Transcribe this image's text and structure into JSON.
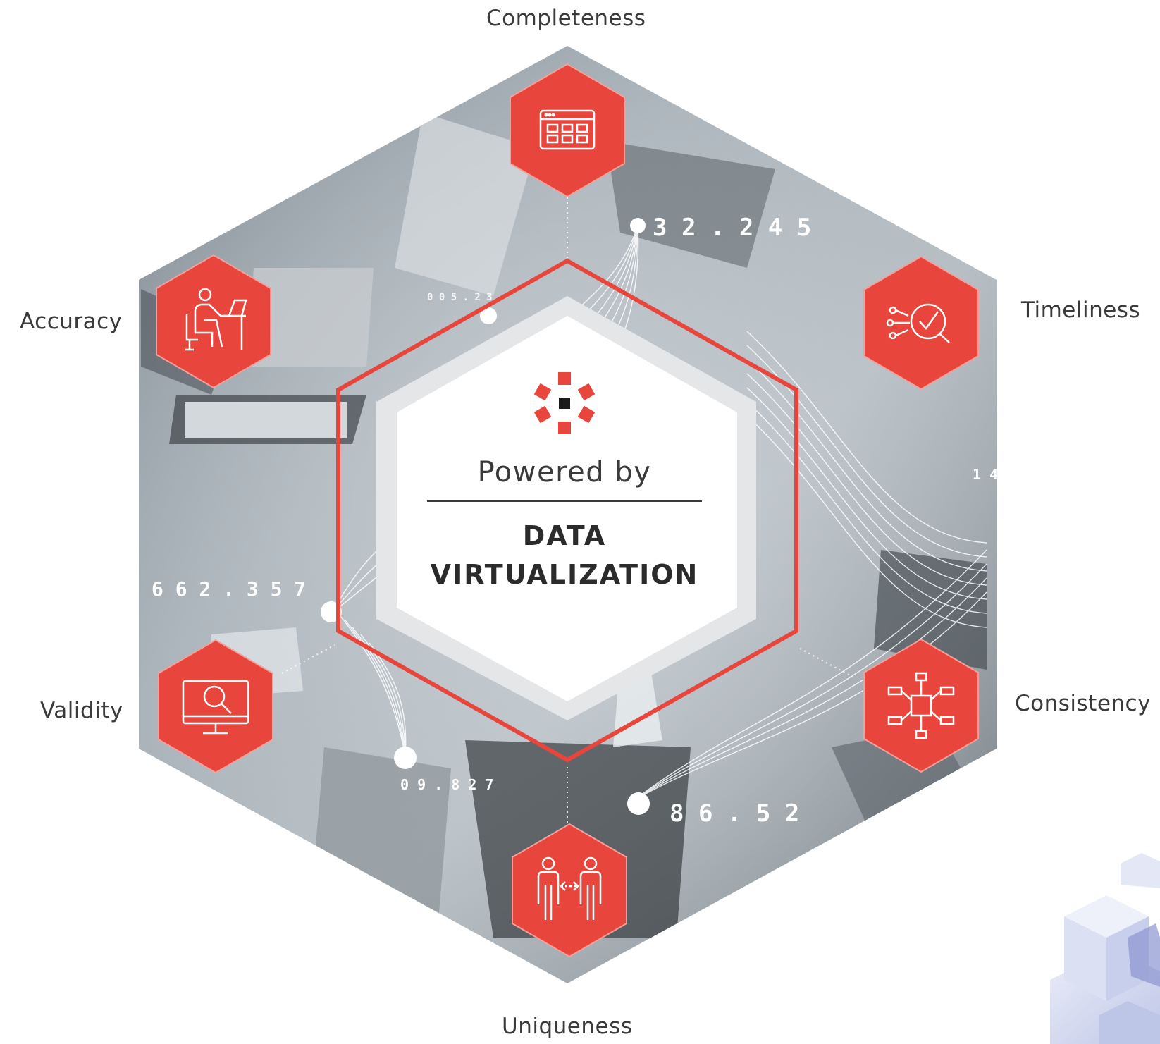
{
  "center": {
    "powered_label": "Powered by",
    "product_line1": "DATA",
    "product_line2": "VIRTUALIZATION"
  },
  "dimensions": [
    {
      "label": "Completeness",
      "icon": "calendar-grid-icon"
    },
    {
      "label": "Timeliness",
      "icon": "target-check-icon"
    },
    {
      "label": "Consistency",
      "icon": "network-hub-icon"
    },
    {
      "label": "Uniqueness",
      "icon": "people-exchange-icon"
    },
    {
      "label": "Validity",
      "icon": "monitor-search-icon"
    },
    {
      "label": "Accuracy",
      "icon": "person-at-desk-icon"
    }
  ],
  "numbers": {
    "n1": "3 2 . 2 4 5",
    "n2": "0 0 5 . 2 3",
    "n3": "1 4",
    "n4": "6 6 2 . 3 5 7",
    "n5": "0 9 . 8 2 7",
    "n6": "8 6 . 5 2"
  },
  "colors": {
    "accent": "#e8453c",
    "photo_tone": "#9aa3ab",
    "text": "#3a3a3a",
    "dark_text": "#2b2b2b"
  }
}
